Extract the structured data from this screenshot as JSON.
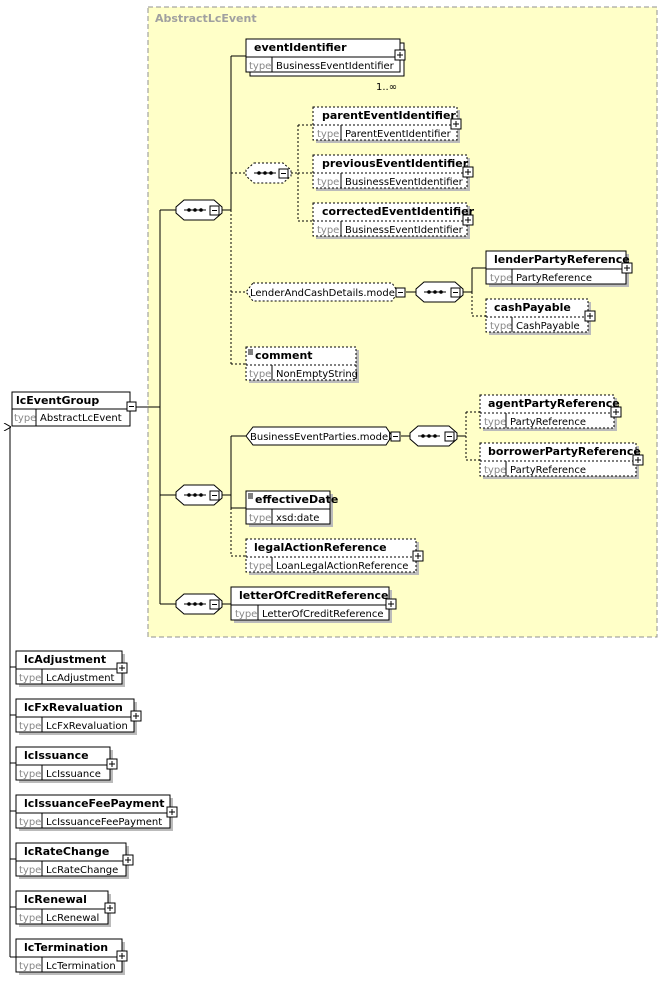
{
  "group": {
    "title": "AbstractLcEvent"
  },
  "root": {
    "name": "lcEventGroup",
    "type_label": "type",
    "type": "AbstractLcEvent"
  },
  "elements": {
    "eventIdentifier": {
      "name": "eventIdentifier",
      "type_label": "type",
      "type": "BusinessEventIdentifier",
      "occurs": "1..∞"
    },
    "parentEventIdentifier": {
      "name": "parentEventIdentifier",
      "type_label": "type",
      "type": "ParentEventIdentifier"
    },
    "previousEventIdentifier": {
      "name": "previousEventIdentifier",
      "type_label": "type",
      "type": "BusinessEventIdentifier"
    },
    "correctedEventIdentifier": {
      "name": "correctedEventIdentifier",
      "type_label": "type",
      "type": "BusinessEventIdentifier"
    },
    "lenderPartyReference": {
      "name": "lenderPartyReference",
      "type_label": "type",
      "type": "PartyReference"
    },
    "cashPayable": {
      "name": "cashPayable",
      "type_label": "type",
      "type": "CashPayable"
    },
    "comment": {
      "name": "comment",
      "type_label": "type",
      "type": "NonEmptyString"
    },
    "agentPartyReference": {
      "name": "agentPartyReference",
      "type_label": "type",
      "type": "PartyReference"
    },
    "borrowerPartyReference": {
      "name": "borrowerPartyReference",
      "type_label": "type",
      "type": "PartyReference"
    },
    "effectiveDate": {
      "name": "effectiveDate",
      "type_label": "type",
      "type": "xsd:date"
    },
    "legalActionReference": {
      "name": "legalActionReference",
      "type_label": "type",
      "type": "LoanLegalActionReference"
    },
    "letterOfCreditReference": {
      "name": "letterOfCreditReference",
      "type_label": "type",
      "type": "LetterOfCreditReference"
    }
  },
  "models": {
    "lenderAndCash": "LenderAndCashDetails.model",
    "businessEventParties": "BusinessEventParties.model"
  },
  "derived": [
    {
      "name": "lcAdjustment",
      "type_label": "type",
      "type": "LcAdjustment"
    },
    {
      "name": "lcFxRevaluation",
      "type_label": "type",
      "type": "LcFxRevaluation"
    },
    {
      "name": "lcIssuance",
      "type_label": "type",
      "type": "LcIssuance"
    },
    {
      "name": "lcIssuanceFeePayment",
      "type_label": "type",
      "type": "LcIssuanceFeePayment"
    },
    {
      "name": "lcRateChange",
      "type_label": "type",
      "type": "LcRateChange"
    },
    {
      "name": "lcRenewal",
      "type_label": "type",
      "type": "LcRenewal"
    },
    {
      "name": "lcTermination",
      "type_label": "type",
      "type": "LcTermination"
    }
  ]
}
